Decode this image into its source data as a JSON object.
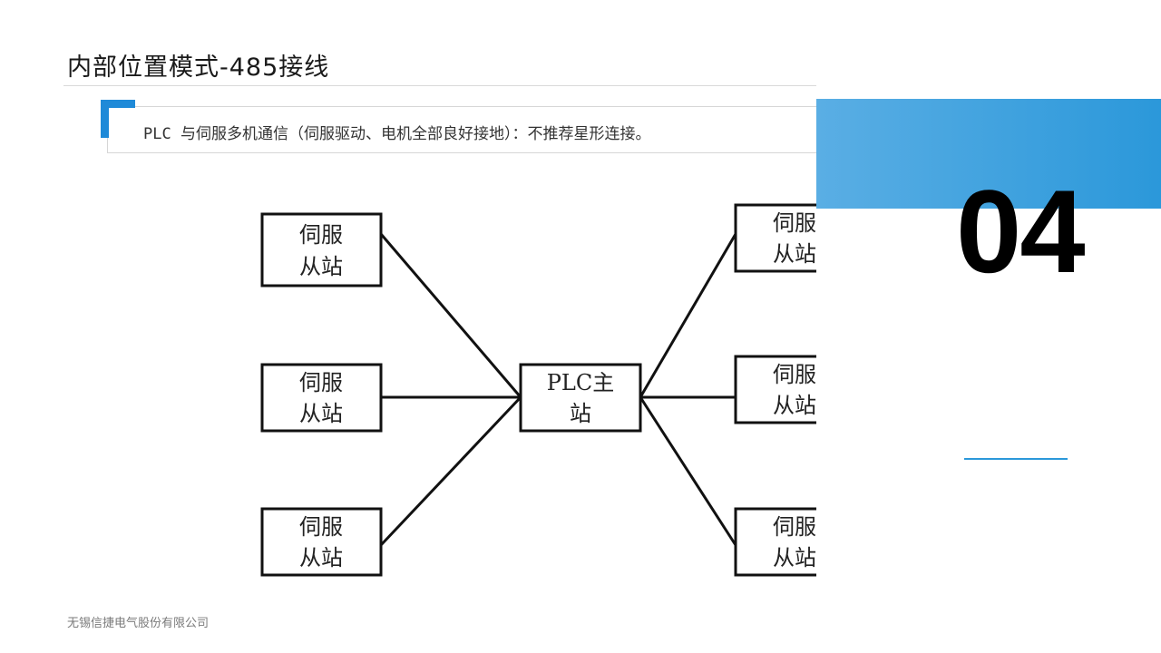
{
  "slide": {
    "title": "内部位置模式-485接线",
    "note": "PLC 与伺服多机通信（伺服驱动、电机全部良好接地）：不推荐星形连接。",
    "section_number": "04",
    "company": "无锡信捷电气股份有限公司"
  },
  "diagram": {
    "master": {
      "line1": "PLC主",
      "line2": "站"
    },
    "slaves_left": [
      {
        "line1": "伺服",
        "line2": "从站"
      },
      {
        "line1": "伺服",
        "line2": "从站"
      },
      {
        "line1": "伺服",
        "line2": "从站"
      }
    ],
    "slaves_right": [
      {
        "line1": "伺服",
        "line2": "从站"
      },
      {
        "line1": "伺服",
        "line2": "从站"
      },
      {
        "line1": "伺服",
        "line2": "从站"
      }
    ]
  },
  "colors": {
    "accent": "#2b98da",
    "line": "#111111"
  }
}
